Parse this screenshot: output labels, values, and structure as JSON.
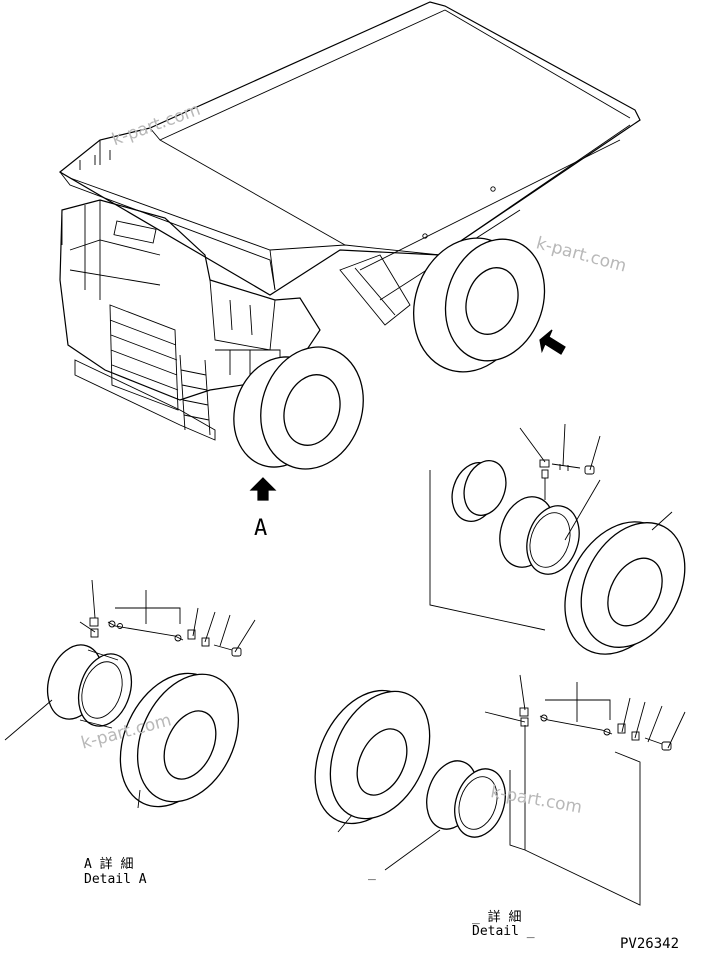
{
  "callout_a": "A",
  "detail_a": {
    "jp": "A 詳 細",
    "en": "Detail A"
  },
  "detail_b": {
    "jp": "_ 詳 細",
    "en": "Detail _"
  },
  "dash_label": "_",
  "part_number": "PV26342",
  "watermark": "k-part.com",
  "colors": {
    "line": "#000000",
    "watermark": "#b8b8b8",
    "background": "#ffffff"
  }
}
